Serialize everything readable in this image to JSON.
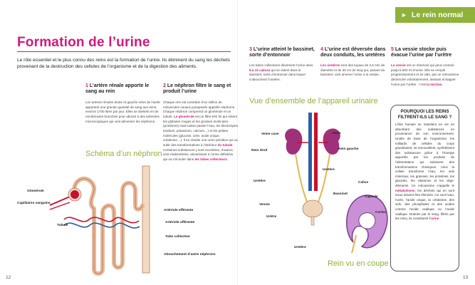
{
  "section_band": {
    "label": "Le rein normal"
  },
  "title": "Formation de l’urine",
  "intro": "Le rôle essentiel et le plus connu des reins est la formation de l’urine. Ils éliminent du sang les déchets provenant de la destruction des cellules de l’organisme et de la digestion des aliments.",
  "steps": [
    {
      "num": "1",
      "title": "L’artère rénale apporte le sang au rein",
      "body": "Les artères rénales droite et gauche nées de l’aorte apportent une grande quantité de sang aux reins, environ 1700 litres par jour. Elles se divisent en de nombreuses branches pour aboutir à des artérioles microscopiques qui vont alimenter les néphrons."
    },
    {
      "num": "2",
      "title": "Le néphron filtre le sang et produit l’urine",
      "body_a": "Chaque rein est constitué d’un million de minuscules canaux juxtaposés appelés néphrons. Chaque néphron comprend un glomérule et un tubule.",
      "body_em1": "Le glomérule",
      "body_b": " est un filtre très fin qui retient les globules rouges et les grosses molécules (protéines) mais laisse passer l’eau, les électrolytes (sodium, potassium, calcium…) et les petites molécules (glucose, urée, acide urique, créatinine…). Il en résulte une urine primitive qui va subir des transformations à l’intérieur",
      "body_em2": "du tubule",
      "body_c": ". Certaines substances y sont excrétées, d’autres sont réabsorbées, aboutissant à l’urine définitive qui va s’écouler dans",
      "body_em3": "les tubes collecteurs",
      "body_d": "."
    },
    {
      "num": "3",
      "title": "L’urine atteint le bassinet, sorte d’entonnoir",
      "body_a": "Les tubes collecteurs déversent l’urine dans",
      "body_em1": "8 à 10 calices",
      "body_b": " qui se vident dans le bassinet, sorte d’entonnoir dans lequel s’abouchent l’uretère."
    },
    {
      "num": "4",
      "title": "L’urine est déversée dans deux conduits, les uretères",
      "body_em1": "Les uretères",
      "body_b": " sont des tuyaux de 2,5 mm de diamètre et de 30 cm de long qui, partant du bassinet, vont amener l’urine à la vessie."
    },
    {
      "num": "5",
      "title": "La vessie stocke puis évacue l’urine par l’urètre",
      "body_em1": "La vessie",
      "body_b": " est un réservoir qui peut contenir jusqu’à 800 ml d’urine. Elle se remplit progressivement et se vide, par un mécanisme déclenché volontairement, laissant échapper l’urine par l’urètre : c’est",
      "body_em2": "la miction",
      "body_c": "."
    }
  ],
  "headings": {
    "nephron": "Schéma d’un néphron",
    "overview": "Vue d’ensemble de l’appareil urinaire",
    "section": "Rein vu en coupe"
  },
  "nephron_labels": {
    "glomerule": "Glomérule",
    "capillaires": "Capillaires sanguins",
    "tubule": "Tubule",
    "efferente": "Artériole efférente",
    "afferente": "Artériole afférente",
    "collecteur": "Tube collecteur",
    "abouchement": "Abouchement d’autre néphrons"
  },
  "system_labels": {
    "veine_cave": "Veine cave",
    "aorte": "Aorte",
    "rein_droit": "Rein droit",
    "rein_gauche": "Rein gauche",
    "uretere_left": "Uretère",
    "uretere_mid": "Uretère",
    "vessie": "Vessie",
    "bassinet": "Bassinet",
    "calice": "Calice",
    "capsule": "Capsule",
    "cortex": "Cortex",
    "uretere_bottom": "Uretère"
  },
  "box": {
    "title": "POURQUOI LES REINS FILTRENT-ILS LE SANG ?",
    "text_a": "L’être humain se maintient en vie en absorbant des substances en provenance de son environnement. Unités de base de l’organisme, les milliards de cellules du corps grandissent, se renouvellent, synthétisent des substances grâce à l’énergie apportée par les produits de l’alimentation qui subissent des transformations chimiques. Ainsi la cellule transforme l’eau, les sels minéraux, les graisses, les protéines, les glucides, les vitamines et les oligo-éléments. Ce mécanisme s’appelle le",
    "text_em1": "métabolisme",
    "text_b": ", les déchets qui en sont issus doivent être éliminés. Ce sont l’eau, l’urée, l’acide urique, la créatinine, des sels, des phosphates et des acides comme l’acide oxalique ou l’acide oxalique. Drainés par le sang, filtrés par les reins, ils constituent",
    "text_em2": "l’urine",
    "text_c": "."
  },
  "page_numbers": {
    "left": "12",
    "right": "13"
  },
  "colors": {
    "accent": "#d4177e",
    "band": "#8fb23a",
    "artery": "#c8102e",
    "vein": "#2a5fa8",
    "kidney": "#a0307a"
  }
}
